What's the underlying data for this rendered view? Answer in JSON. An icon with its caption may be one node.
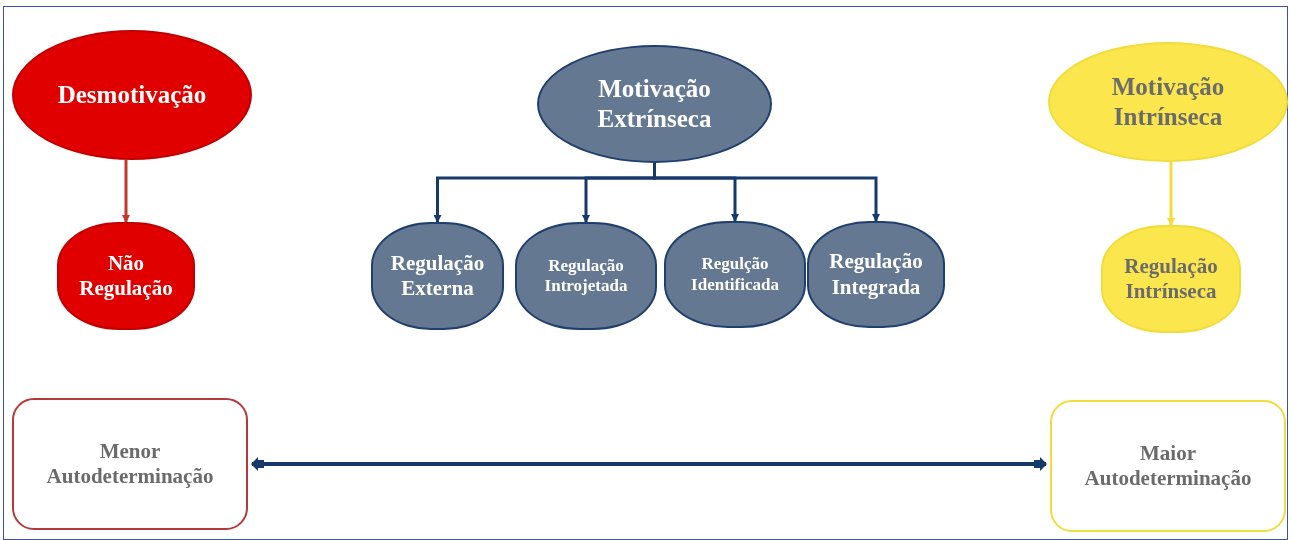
{
  "diagram": {
    "nodes": [
      {
        "text": [
          "Desmotivação"
        ]
      },
      {
        "text": [
          "Motivação Extrínseca"
        ]
      },
      {
        "text": [
          "Motivação Intrínseca"
        ]
      },
      {
        "text": [
          "Não Regulação"
        ]
      },
      {
        "text": [
          "Regulação Externa"
        ]
      },
      {
        "text": [
          "Regulação Introjetada"
        ]
      },
      {
        "text": [
          "Regulção Identificada"
        ]
      },
      {
        "text": [
          "Regulação Integrada"
        ]
      },
      {
        "text": [
          "Regulação Intrínseca"
        ]
      },
      {
        "text": [
          "Menor Autodeterminação"
        ]
      },
      {
        "text": [
          "Maior Autodeterminação"
        ]
      }
    ],
    "edges": [
      {
        "from": 0,
        "to": 3,
        "arrow": "to",
        "color": "#c0392b"
      },
      {
        "from": 1,
        "to": 4,
        "arrow": "to"
      },
      {
        "from": 1,
        "to": 5,
        "arrow": "to"
      },
      {
        "from": 1,
        "to": 6,
        "arrow": "to"
      },
      {
        "from": 1,
        "to": 7,
        "arrow": "to"
      },
      {
        "from": 2,
        "to": 8,
        "arrow": "to",
        "color": "#f2dc3a"
      },
      {
        "from": 9,
        "to": 10,
        "arrow": "both"
      }
    ]
  }
}
